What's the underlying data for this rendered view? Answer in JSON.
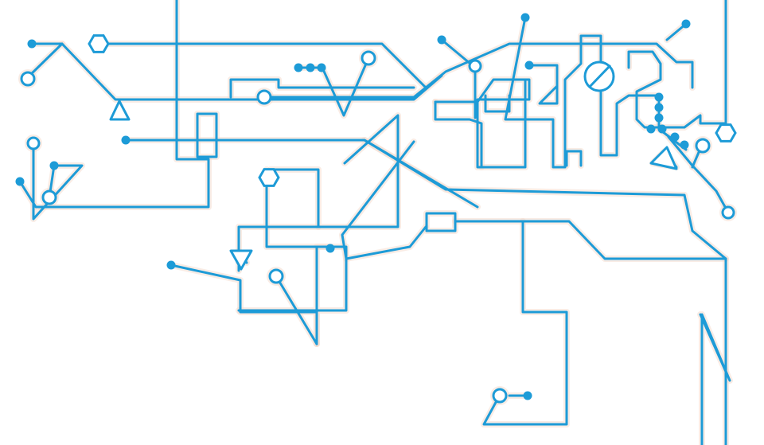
{
  "illustration": {
    "name": "circuit-board-line-art",
    "colors": {
      "trace": "#1d9bd7",
      "glow": "#f4dcd0",
      "background": "#ffffff"
    },
    "elements": [
      "circuit-trace",
      "solder-dot",
      "ring-terminal",
      "hexagon-node",
      "triangle-node",
      "rectangle-node",
      "circle-slash-node"
    ]
  }
}
